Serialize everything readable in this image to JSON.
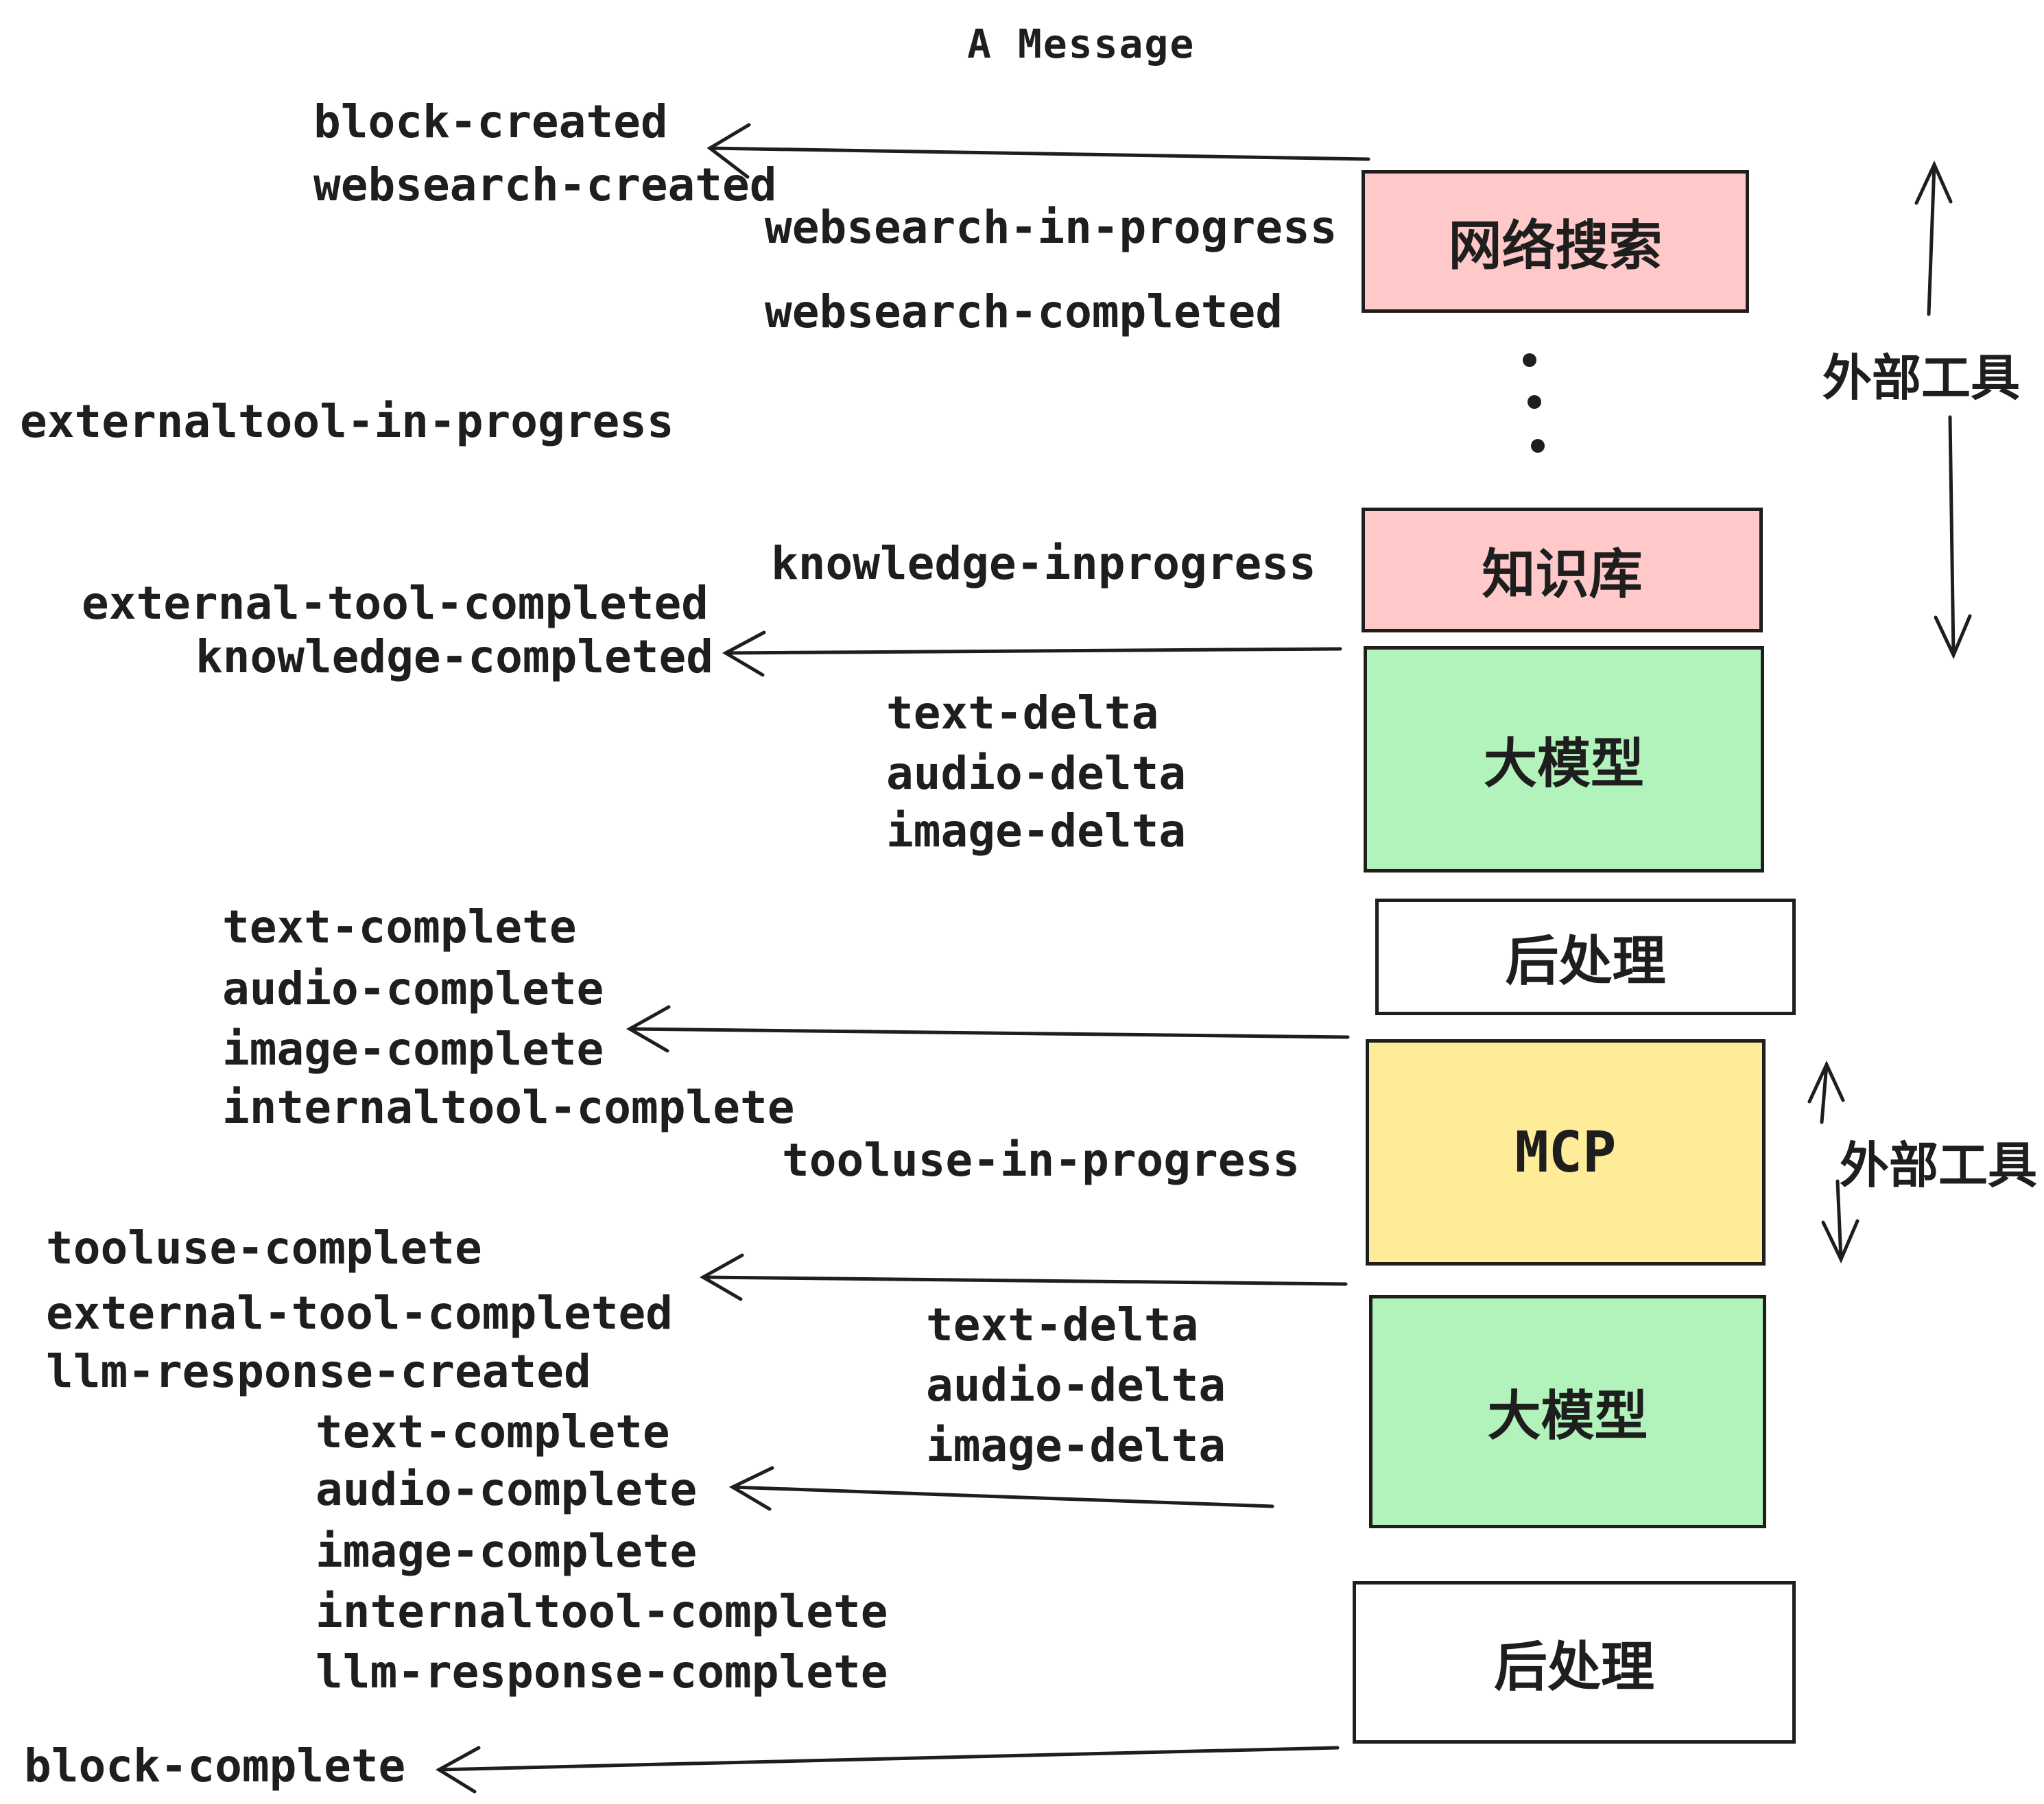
{
  "title": "A Message",
  "boxes": {
    "websearch": {
      "label": "网络搜索",
      "fill": "pink"
    },
    "knowledge": {
      "label": "知识库",
      "fill": "pink"
    },
    "llm_1": {
      "label": "大模型",
      "fill": "green"
    },
    "postprocess_1": {
      "label": "后处理",
      "fill": "white"
    },
    "mcp": {
      "label": "MCP",
      "fill": "yellow"
    },
    "llm_2": {
      "label": "大模型",
      "fill": "green"
    },
    "postprocess_2": {
      "label": "后处理",
      "fill": "white"
    }
  },
  "side_annotations": {
    "external_tools_1": "外部工具",
    "external_tools_2": "外部工具"
  },
  "events": {
    "block_created": "block-created",
    "websearch_created": "websearch-created",
    "websearch_in_progress": "websearch-in-progress",
    "websearch_completed": "websearch-completed",
    "externaltool_in_progress": "externaltool-in-progress",
    "knowledge_inprogress": "knowledge-inprogress",
    "external_tool_completed_1": "external-tool-completed",
    "knowledge_completed": "knowledge-completed",
    "text_delta_1": "text-delta",
    "audio_delta_1": "audio-delta",
    "image_delta_1": "image-delta",
    "text_complete_1": "text-complete",
    "audio_complete_1": "audio-complete",
    "image_complete_1": "image-complete",
    "internaltool_complete_1": "internaltool-complete",
    "tooluse_in_progress": "tooluse-in-progress",
    "tooluse_complete": "tooluse-complete",
    "external_tool_completed_2": "external-tool-completed",
    "llm_response_created": "llm-response-created",
    "text_delta_2": "text-delta",
    "audio_delta_2": "audio-delta",
    "image_delta_2": "image-delta",
    "text_complete_2": "text-complete",
    "audio_complete_2": "audio-complete",
    "image_complete_2": "image-complete",
    "internaltool_complete_2": "internaltool-complete",
    "llm_response_complete": "llm-response-complete",
    "block_complete": "block-complete"
  },
  "colors": {
    "ink": "#1e1e1e",
    "pink": "#ffc9c9",
    "green": "#b2f2bb",
    "yellow": "#ffec99",
    "white": "#ffffff",
    "background": "#ffffff"
  }
}
